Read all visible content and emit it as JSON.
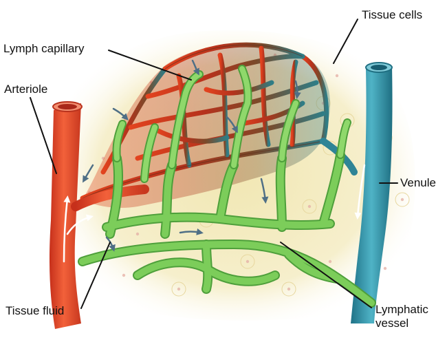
{
  "labels": {
    "tissue_cells": "Tissue cells",
    "lymph_capillary": "Lymph capillary",
    "arteriole": "Arteriole",
    "venule": "Venule",
    "tissue_fluid": "Tissue fluid",
    "lymphatic_vessel_line1": "Lymphatic",
    "lymphatic_vessel_line2": "vessel"
  },
  "colors": {
    "tissue_background": "#f4edc4",
    "arteriole": "#e5492b",
    "capillary_bed_red": "#c9341f",
    "capillary_bed_brown": "#7a4a2a",
    "venule": "#2f93a8",
    "lymph_green": "#7ccd5a",
    "lymph_outline": "#4e9f3b",
    "flow_arrow": "#4f6f86",
    "leader_line": "#111111",
    "label_text": "#111111"
  }
}
